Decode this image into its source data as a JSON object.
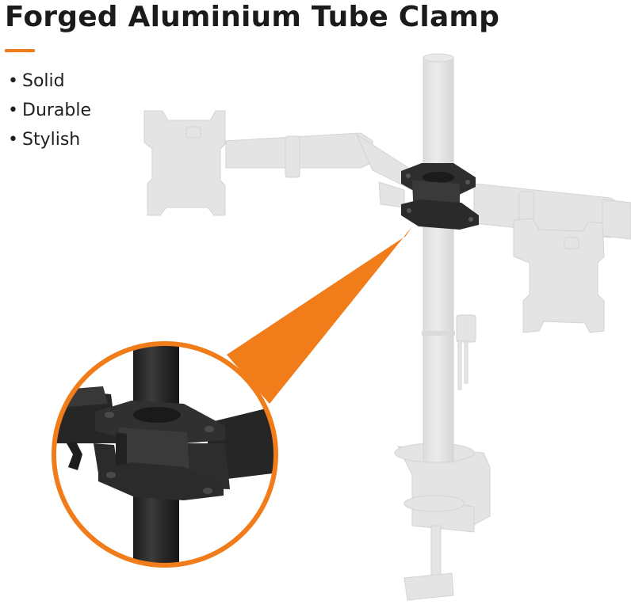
{
  "title": "Forged Aluminium Tube Clamp",
  "features": [
    "Solid",
    "Durable",
    "Stylish"
  ],
  "colors": {
    "accent": "#f07c1a",
    "mount_ghost": "#e3e3e3",
    "mount_ghost_edge": "#d2d2d2",
    "clamp_dark": "#2a2a2a",
    "clamp_mid": "#3a3a3a"
  },
  "images": [
    "dual-monitor-arm-illustration",
    "tube-clamp-closeup"
  ]
}
